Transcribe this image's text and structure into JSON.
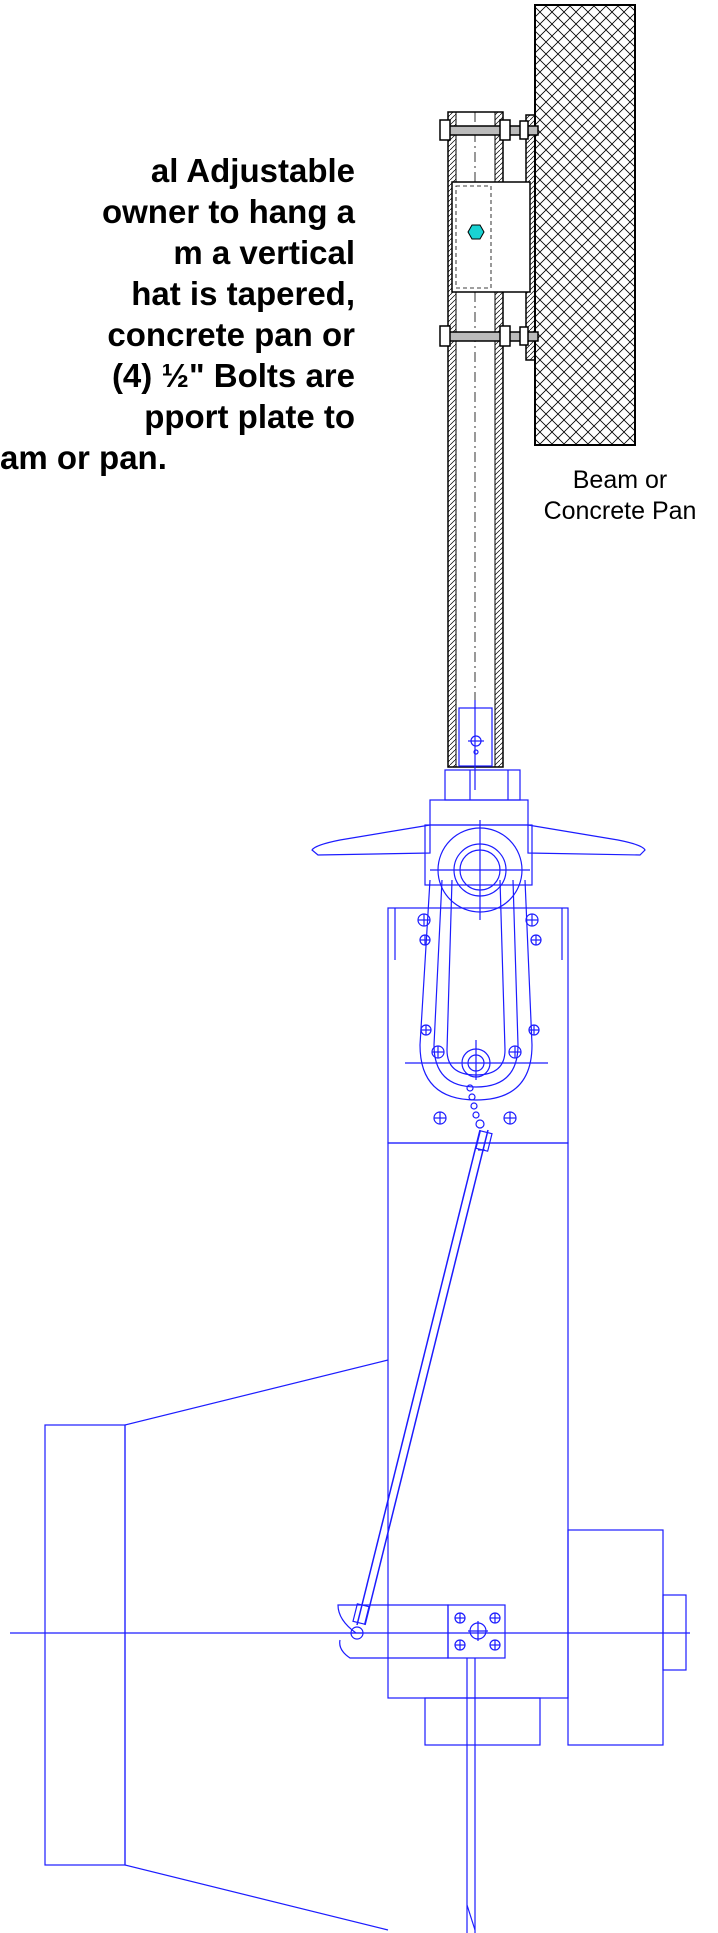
{
  "description": {
    "lines": [
      "al  Adjustable",
      "owner to hang a",
      "m  a  vertical",
      "hat  is  tapered,",
      "concrete pan or",
      "(4) ½\" Bolts are",
      "pport  plate  to",
      "am or pan."
    ]
  },
  "beam_label": {
    "line1": "Beam or",
    "line2": "Concrete Pan"
  },
  "colors": {
    "drawing_lines": "#1c1cff",
    "hatch": "#000000",
    "bolt_marker": "#19d2d2",
    "text": "#000000"
  }
}
